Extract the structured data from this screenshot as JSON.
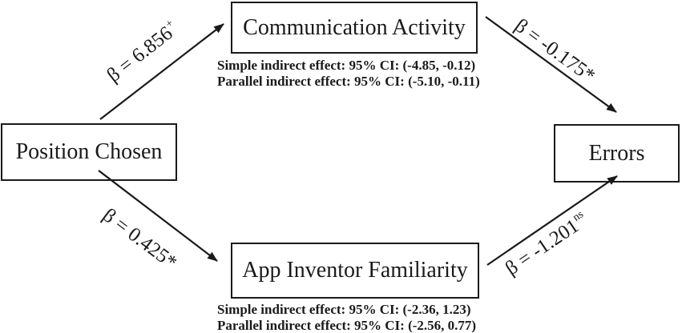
{
  "nodes": {
    "position_chosen": "Position Chosen",
    "communication_activity": "Communication Activity",
    "app_inventor_familiarity": "App Inventor Familiarity",
    "errors": "Errors"
  },
  "path_labels": {
    "pc_to_ca": {
      "text": "β = 6.856",
      "sup": "+"
    },
    "ca_to_errors": {
      "text": "β = -0.175*",
      "sup": ""
    },
    "pc_to_aif": {
      "text": "β = 0.425*",
      "sup": ""
    },
    "aif_to_errors": {
      "text": "β = -1.201",
      "sup": "ns"
    }
  },
  "annotations": {
    "communication_activity": {
      "simple": "Simple indirect effect: 95% CI: (-4.85, -0.12)",
      "parallel": "Parallel indirect effect: 95% CI: (-5.10, -0.11)"
    },
    "app_inventor_familiarity": {
      "simple": "Simple indirect effect: 95% CI: (-2.36, 1.23)",
      "parallel": "Parallel indirect effect: 95% CI: (-2.56, 0.77)"
    }
  },
  "colors": {
    "line": "#1a1a1a",
    "text": "#1a1a1a",
    "background": "#ffffff"
  }
}
